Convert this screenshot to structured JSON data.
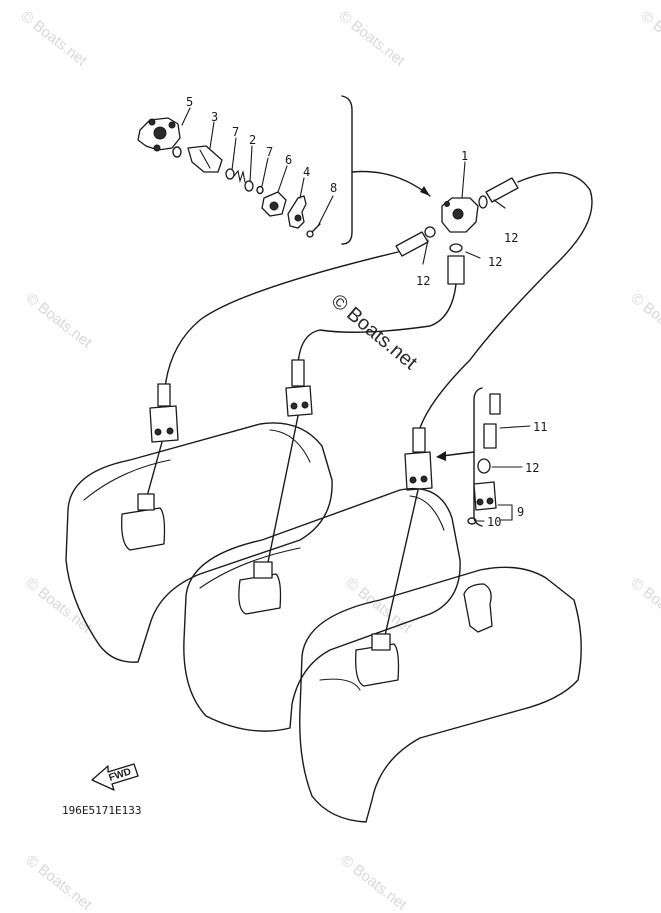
{
  "diagram": {
    "code": "196E5171E133",
    "fwd_label": "FWD",
    "watermark": "© Boats.net",
    "callouts": {
      "c1": "1",
      "c2": "2",
      "c3": "3",
      "c4": "4",
      "c5": "5",
      "c6": "6",
      "c7a": "7",
      "c7b": "7",
      "c8": "8",
      "c9": "9",
      "c10": "10",
      "c11": "11",
      "c12a": "12",
      "c12b": "12",
      "c12c": "12",
      "c12d": "12"
    }
  }
}
